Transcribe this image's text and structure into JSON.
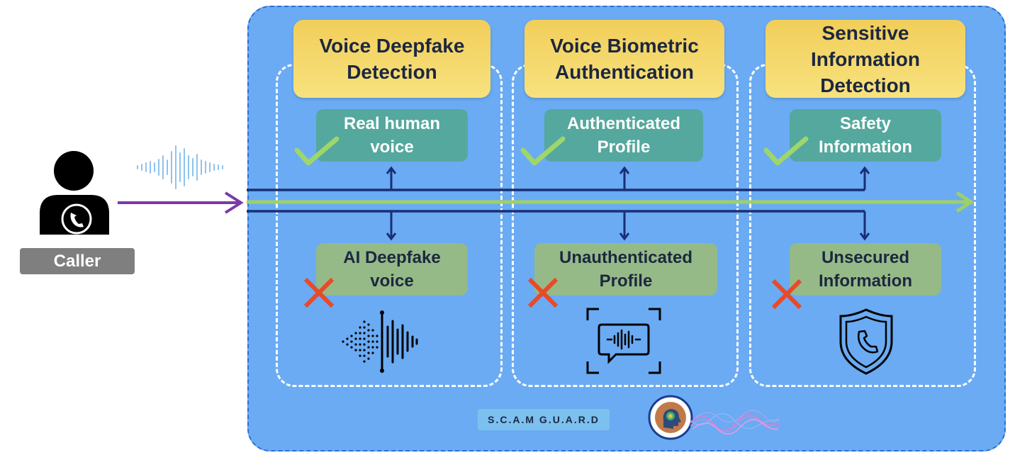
{
  "caller": {
    "label": "Caller"
  },
  "columns": [
    {
      "title": "Voice Deepfake\nDetection",
      "pass_label": "Real human\nvoice",
      "fail_label": "AI Deepfake\nvoice",
      "icon": "waveform-icon"
    },
    {
      "title": "Voice Biometric\nAuthentication",
      "pass_label": "Authenticated\nProfile",
      "fail_label": "Unauthenticated\nProfile",
      "icon": "voice-message-scan-icon"
    },
    {
      "title": "Sensitive\nInformation\nDetection",
      "pass_label": "Safety\nInformation",
      "fail_label": "Unsecured\nInformation",
      "icon": "shield-phone-icon"
    }
  ],
  "brand": {
    "name": "S.C.A.M G.U.A.R.D",
    "logo_icon": "brain-head-logo-icon"
  },
  "colors": {
    "panel": "#6aabf3",
    "title_fill": "#f2ce5a",
    "pass_fill": "#55a89e",
    "fail_fill": "#95ba87",
    "check": "#9ed66b",
    "cross": "#e84a28",
    "flow_line": "#9ed06a",
    "caller_arrow": "#7b3aa6",
    "branch_line": "#1a2f74"
  }
}
